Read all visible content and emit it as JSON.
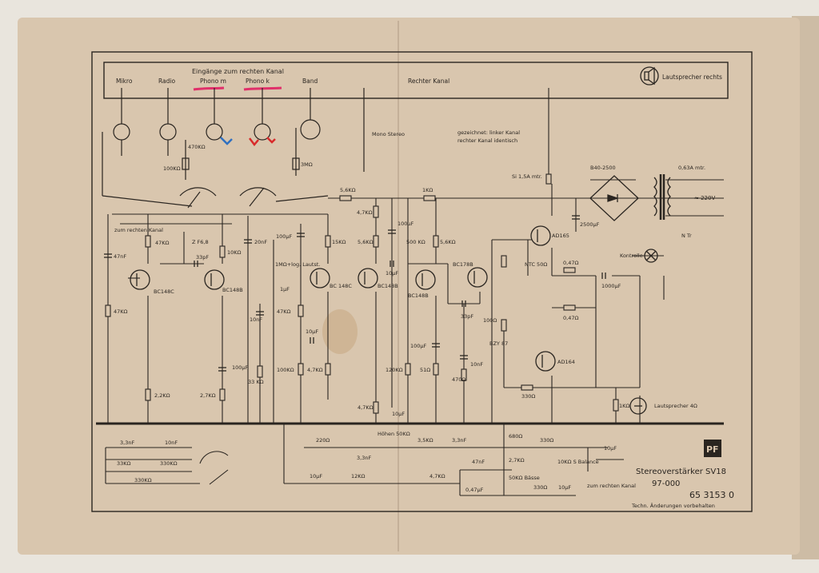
{
  "header": {
    "inputs_title": "Eingänge zum rechten Kanal",
    "right_channel": "Rechter Kanal",
    "speaker_right": "Lautsprecher rechts"
  },
  "inputs": [
    "Mikro",
    "Radio",
    "Phono m",
    "Phono k",
    "Band"
  ],
  "notes": {
    "mono_stereo": "Mono Stereo",
    "drawn_left": "gezeichnet: linker Kanal",
    "right_identical": "rechter Kanal identisch",
    "to_right_channel": "zum rechten Kanal",
    "volume": "1MΩ+log. Lautst."
  },
  "components": {
    "fuse": "Si 1,5A mtr.",
    "rectifier": "B40-2500",
    "fuse_primary": "0,63A mtr.",
    "mains": "≈ 220V",
    "transformer": "N Tr",
    "pilot": "Kontrolle",
    "speaker_4": "Lautsprecher 4Ω",
    "zener": "Z F6,8",
    "zdiode": "BZY 87",
    "ntc": "NTC 50Ω",
    "cap_main": "2500μF",
    "cap_out": "1000μF",
    "transistors": [
      "BC148C",
      "BC148B",
      "BC 148C",
      "BC148B",
      "BC148B",
      "BC178B",
      "AD165",
      "AD164"
    ],
    "resistors": [
      "5,6KΩ",
      "1KΩ",
      "4,7KΩ",
      "47KΩ",
      "10KΩ",
      "15KΩ",
      "5,6KΩ",
      "500 KΩ",
      "5,6KΩ",
      "0,47Ω",
      "0,47Ω",
      "47KΩ",
      "47KΩ",
      "100KΩ",
      "4,7KΩ",
      "120KΩ",
      "51Ω",
      "470Ω",
      "2,2KΩ",
      "2,7KΩ",
      "33 KΩ",
      "4,7KΩ",
      "330Ω",
      "1KΩ",
      "100Ω",
      "470KΩ",
      "100KΩ",
      "3MΩ"
    ],
    "capacitors": [
      "47nF",
      "33pF",
      "20nF",
      "100μF",
      "100μF",
      "10μF",
      "33pF",
      "10μF",
      "100μF",
      "10nF",
      "1μF",
      "10nF",
      "100μF",
      "10μF"
    ]
  },
  "tone": {
    "treble": "Höhen 50KΩ",
    "bass": "50KΩ Bässe",
    "balance": "10KΩ S Balance",
    "to_right": "zum rechten Kanal",
    "parts": [
      "3,3nF",
      "10nF",
      "33KΩ",
      "330KΩ",
      "330KΩ",
      "220Ω",
      "3,3nF",
      "3,5KΩ",
      "3,3nF",
      "680Ω",
      "330Ω",
      "10μF",
      "10μF",
      "12KΩ",
      "4,7KΩ",
      "47nF",
      "2,7KΩ",
      "0,47μF",
      "330Ω",
      "10μF"
    ]
  },
  "title_block": {
    "logo": "PF",
    "title": "Stereoverstärker SV18",
    "model": "97-000",
    "number": "65 3153 0",
    "footer": "Techn. Änderungen vorbehalten"
  },
  "colors": {
    "paper": "#d9c6ae",
    "ink": "#2a2520",
    "pink": "#e0306a",
    "blue": "#3070c0",
    "red": "#d82a2a"
  }
}
